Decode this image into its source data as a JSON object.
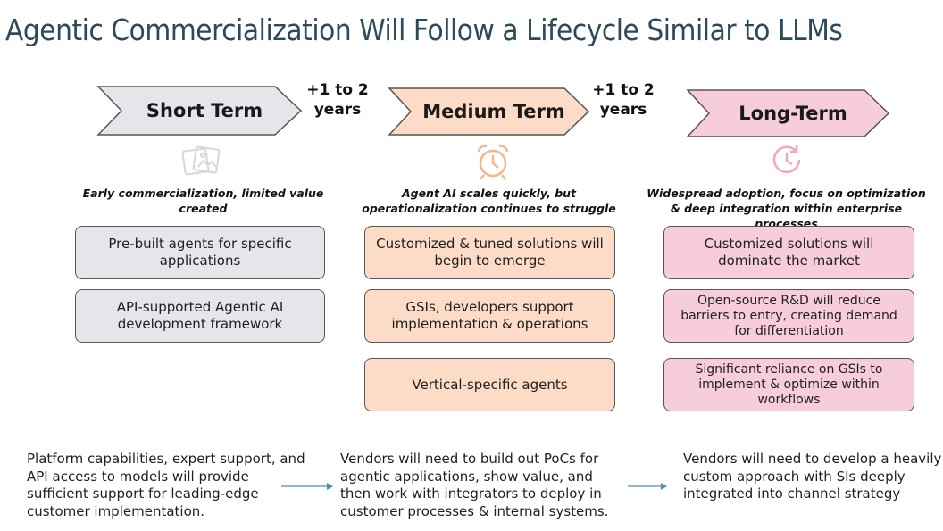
{
  "title": "Agentic Commercialization Will Follow a Lifecycle Similar to LLMs",
  "colors": {
    "title": "#2d4a5a",
    "short": "#e4e6e9",
    "medium": "#fcdcc6",
    "long": "#f6cdd8",
    "arrow": "#4a90b8"
  },
  "stages": [
    {
      "label": "Short Term",
      "icon": "photo-frame-icon",
      "description": "Early commercialization, limited value created",
      "boxes": [
        "Pre-built agents for specific applications",
        "API-supported Agentic AI development framework"
      ],
      "note": "Platform capabilities, expert support, and API access to models will provide sufficient support for leading-edge customer implementation."
    },
    {
      "label": "Medium Term",
      "icon": "alarm-clock-icon",
      "description": "Agent AI scales quickly, but operationalization continues to struggle",
      "boxes": [
        "Customized & tuned solutions will begin to emerge",
        "GSIs, developers support implementation & operations",
        "Vertical-specific agents"
      ],
      "note": "Vendors will need to build out PoCs for agentic applications, show value, and then work with integrators to deploy in customer processes & internal systems."
    },
    {
      "label": "Long-Term",
      "icon": "clock-refresh-icon",
      "description": "Widespread adoption, focus on optimization & deep integration within enterprise processes",
      "boxes": [
        "Customized solutions will dominate the market",
        "Open-source R&D will reduce barriers to entry, creating demand for differentiation",
        "Significant reliance on GSIs to implement & optimize within workflows"
      ],
      "note": "Vendors will need to develop a heavily custom approach with SIs deeply integrated into channel strategy"
    }
  ],
  "gaps": [
    {
      "line1": "+1 to 2",
      "line2": "years"
    },
    {
      "line1": "+1 to 2",
      "line2": "years"
    }
  ]
}
